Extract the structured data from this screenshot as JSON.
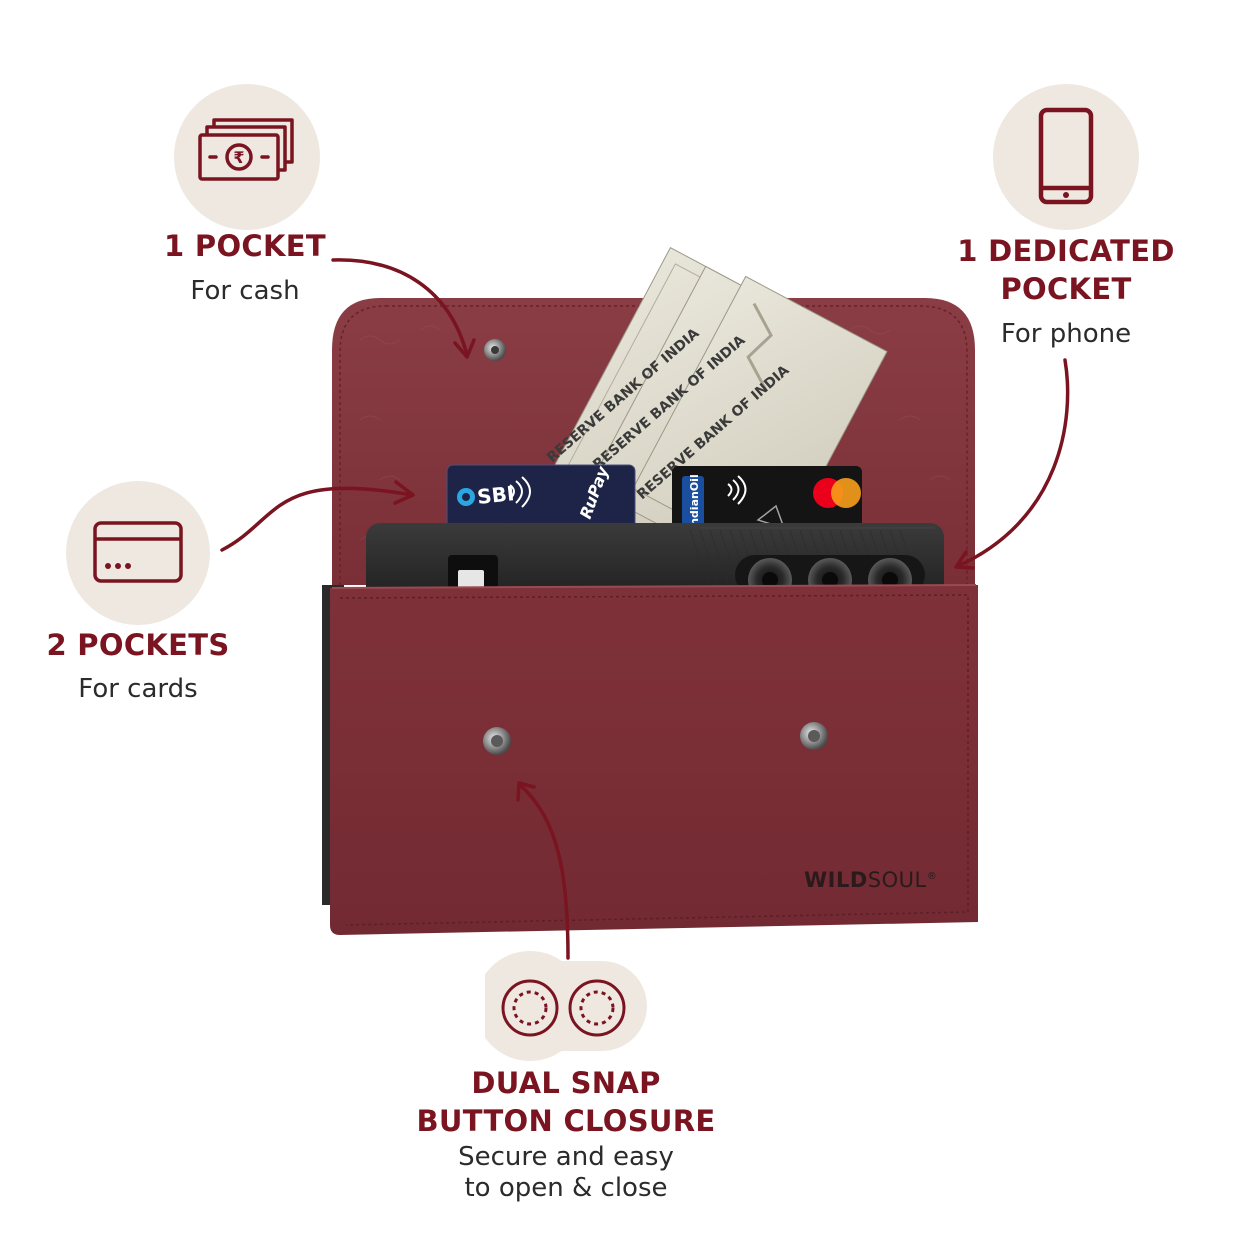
{
  "features": {
    "cash": {
      "title": "1 POCKET",
      "subtitle": "For cash",
      "icon": "banknote-icon"
    },
    "cards": {
      "title": "2 POCKETS",
      "subtitle": "For cards",
      "icon": "credit-card-icon"
    },
    "phone": {
      "title_line1": "1 DEDICATED",
      "title_line2": "POCKET",
      "subtitle": "For phone",
      "icon": "phone-icon"
    },
    "snap": {
      "title_line1": "DUAL SNAP",
      "title_line2": "BUTTON CLOSURE",
      "subtitle_line1": "Secure and easy",
      "subtitle_line2": "to open & close",
      "icon": "snap-button-icon"
    }
  },
  "product": {
    "brand_bold": "WILD",
    "brand_light": "SOUL",
    "brand_mark": "®",
    "banknote_text": "RESERVE BANK OF INDIA",
    "card1_bank": "SBI",
    "card1_network": "RuPay",
    "card2_bank": "IndianOil"
  },
  "colors": {
    "accent": "#7a1420",
    "leather": "#7c3036",
    "leather_inner": "#8c4048",
    "circle_bg": "#efe8e1",
    "text": "#2b2b2b"
  }
}
